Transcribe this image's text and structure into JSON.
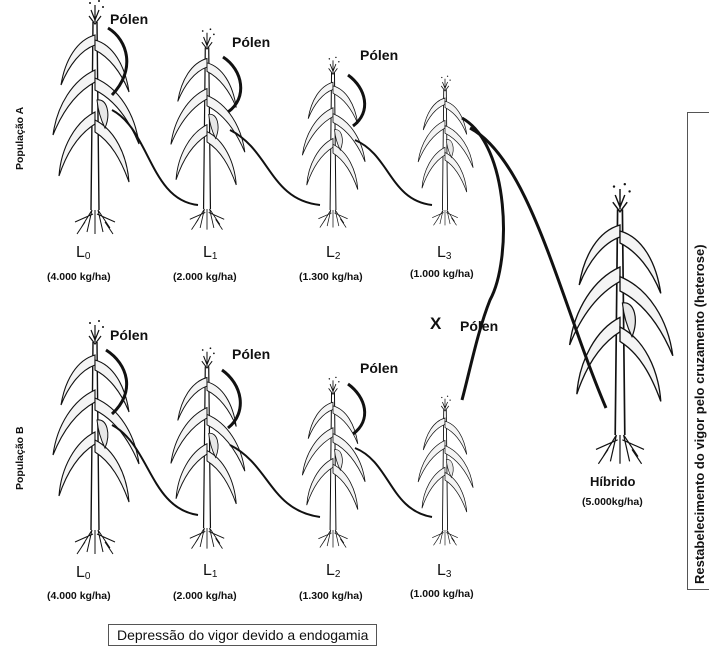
{
  "figure": {
    "caption": "Depressão do vigor devido a endogamia",
    "side_caption": "Restabelecimento do vigor pelo cruzamento (heterose)",
    "cross_symbol": "X",
    "pollen_label": "Pólen"
  },
  "populations": [
    {
      "name": "População A",
      "generations": [
        {
          "base": "L",
          "sub": "0",
          "yield": "(4.000 kg/ha)"
        },
        {
          "base": "L",
          "sub": "1",
          "yield": "(2.000 kg/ha)"
        },
        {
          "base": "L",
          "sub": "2",
          "yield": "(1.300 kg/ha)"
        },
        {
          "base": "L",
          "sub": "3",
          "yield": "(1.000 kg/ha)"
        }
      ]
    },
    {
      "name": "População B",
      "generations": [
        {
          "base": "L",
          "sub": "0",
          "yield": "(4.000 kg/ha)"
        },
        {
          "base": "L",
          "sub": "1",
          "yield": "(2.000 kg/ha)"
        },
        {
          "base": "L",
          "sub": "2",
          "yield": "(1.300 kg/ha)"
        },
        {
          "base": "L",
          "sub": "3",
          "yield": "(1.000 kg/ha)"
        }
      ]
    }
  ],
  "hybrid": {
    "name": "Híbrido",
    "yield": "(5.000kg/ha)"
  },
  "colors": {
    "ink": "#111111",
    "plant_fill": "#f4f4f4",
    "box_border": "#555555"
  }
}
